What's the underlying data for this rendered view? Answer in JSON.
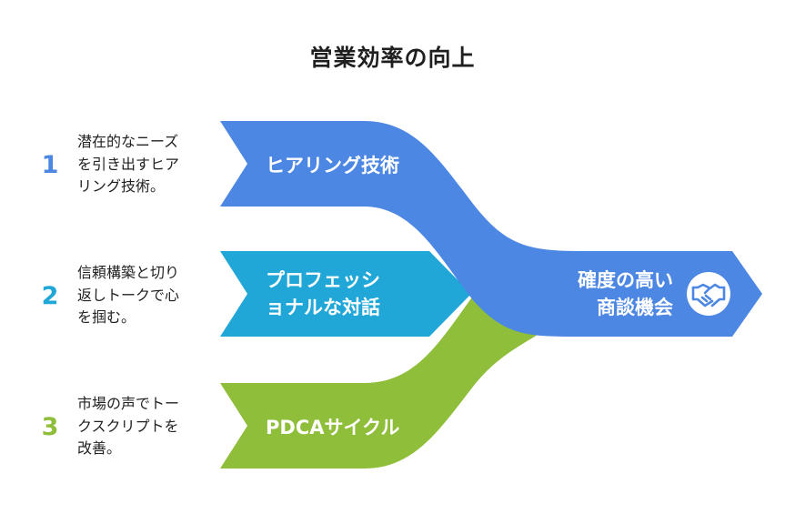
{
  "title": "営業効率の向上",
  "colors": {
    "blue": "#4c87e3",
    "cyan": "#20a7d8",
    "green": "#8fbe3b",
    "text": "#222222"
  },
  "items": [
    {
      "number": "1",
      "desc_lines": [
        "潜在的なニーズ",
        "を引き出すヒア",
        "リング技術。"
      ],
      "label_lines": [
        "ヒアリング技術"
      ],
      "color": "#4c87e3"
    },
    {
      "number": "2",
      "desc_lines": [
        "信頼構築と切り",
        "返しトークで心",
        "を掴む。"
      ],
      "label_lines": [
        "プロフェッシ",
        "ョナルな対話"
      ],
      "color": "#20a7d8"
    },
    {
      "number": "3",
      "desc_lines": [
        "市場の声でトー",
        "クスクリプトを",
        "改善。"
      ],
      "label_lines": [
        "PDCAサイクル"
      ],
      "color": "#8fbe3b"
    }
  ],
  "outcome": {
    "label_lines": [
      "確度の高い",
      "商談機会"
    ],
    "icon": "handshake-icon",
    "color": "#4c87e3"
  }
}
